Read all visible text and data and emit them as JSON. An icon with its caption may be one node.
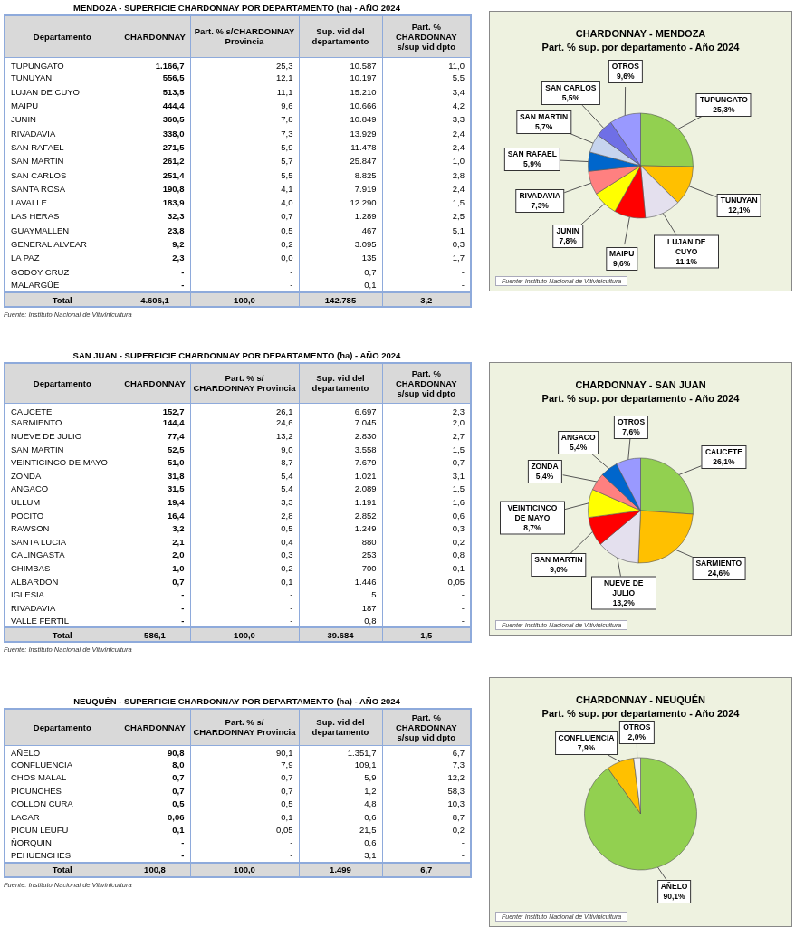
{
  "diagram": {
    "labels": [
      "MENDOZA - SUPERFICIE CHARDONNAY POR DEPARTAMENTO (ha) - AÑO 2024",
      "Departamento",
      "CHARDONNAY",
      "Part. % s/CHARDONNAY Provincia",
      "Sup. vid del departamento",
      "Part. % CHARDONNAY s/sup vid dpto",
      "TUPUNGATO",
      "1.166,7",
      "25,3",
      "10.587",
      "11,0",
      "TUNUYAN",
      "556,5",
      "12,1",
      "10.197",
      "5,5",
      "LUJAN DE CUYO",
      "513,5",
      "11,1",
      "15.210",
      "3,4",
      "MAIPU",
      "444,4",
      "9,6",
      "10.666",
      "4,2",
      "JUNIN",
      "360,5",
      "7,8",
      "10.849",
      "3,3",
      "RIVADAVIA",
      "338,0",
      "7,3",
      "13.929",
      "2,4",
      "SAN RAFAEL",
      "271,5",
      "5,9",
      "11.478",
      "2,4",
      "SAN MARTIN",
      "261,2",
      "5,7",
      "25.847",
      "1,0",
      "SAN CARLOS",
      "251,4",
      "5,5",
      "8.825",
      "2,8",
      "SANTA ROSA",
      "190,8",
      "4,1",
      "7.919",
      "2,4",
      "LAVALLE",
      "183,9",
      "4,0",
      "12.290",
      "1,5",
      "LAS HERAS",
      "32,3",
      "0,7",
      "1.289",
      "2,5",
      "GUAYMALLEN",
      "23,8",
      "0,5",
      "467",
      "5,1",
      "GENERAL ALVEAR",
      "9,2",
      "0,2",
      "3.095",
      "0,3",
      "LA PAZ",
      "2,3",
      "0,0",
      "135",
      "1,7",
      "GODOY CRUZ",
      "-",
      "-",
      "0,7",
      "-",
      "MALARGÜE",
      "-",
      "-",
      "0,1",
      "-",
      "Total",
      "4.606,1",
      "100,0",
      "142.785",
      "3,2",
      "Fuente: Instituto Nacional de Vitivinicultura",
      "SAN JUAN - SUPERFICIE CHARDONNAY POR DEPARTAMENTO (ha) - AÑO 2024",
      "Departamento",
      "CHARDONNAY",
      "Part. % s/ CHARDONNAY Provincia",
      "Sup. vid del departamento",
      "Part. % CHARDONNAY s/sup vid dpto",
      "CAUCETE",
      "152,7",
      "26,1",
      "6.697",
      "2,3",
      "SARMIENTO",
      "144,4",
      "24,6",
      "7.045",
      "2,0",
      "NUEVE DE JULIO",
      "77,4",
      "13,2",
      "2.830",
      "2,7",
      "SAN MARTIN",
      "52,5",
      "9,0",
      "3.558",
      "1,5",
      "VEINTICINCO DE MAYO",
      "51,0",
      "8,7",
      "7.679",
      "0,7",
      "ZONDA",
      "31,8",
      "5,4",
      "1.021",
      "3,1",
      "ANGACO",
      "31,5",
      "5,4",
      "2.089",
      "1,5",
      "ULLUM",
      "19,4",
      "3,3",
      "1.191",
      "1,6",
      "POCITO",
      "16,4",
      "2,8",
      "2.852",
      "0,6",
      "RAWSON",
      "3,2",
      "0,5",
      "1.249",
      "0,3",
      "SANTA LUCIA",
      "2,1",
      "0,4",
      "880",
      "0,2",
      "CALINGASTA",
      "2,0",
      "0,3",
      "253",
      "0,8",
      "CHIMBAS",
      "1,0",
      "0,2",
      "700",
      "0,1",
      "ALBARDON",
      "0,7",
      "0,1",
      "1.446",
      "0,05",
      "IGLESIA",
      "-",
      "-",
      "5",
      "-",
      "RIVADAVIA",
      "-",
      "-",
      "187",
      "-",
      "VALLE FERTIL",
      "-",
      "-",
      "0,8",
      "-",
      "Total",
      "586,1",
      "100,0",
      "39.684",
      "1,5",
      "Fuente: Instituto Nacional de Vitivinicultura",
      "NEUQUÉN - SUPERFICIE CHARDONNAY POR DEPARTAMENTO (ha) - AÑO 2024",
      "Departamento",
      "CHARDONNAY",
      "Part. % s/ CHARDONNAY Provincia",
      "Sup. vid del departamento",
      "Part. % CHARDONNAY s/sup vid dpto",
      "AÑELO",
      "90,8",
      "90,1",
      "1.351,7",
      "6,7",
      "CONFLUENCIA",
      "8,0",
      "7,9",
      "109,1",
      "7,3",
      "CHOS MALAL",
      "0,7",
      "0,7",
      "5,9",
      "12,2",
      "PICUNCHES",
      "0,7",
      "0,7",
      "1,2",
      "58,3",
      "COLLON CURA",
      "0,5",
      "0,5",
      "4,8",
      "10,3",
      "LACAR",
      "0,06",
      "0,1",
      "0,6",
      "8,7",
      "PICUN LEUFU",
      "0,1",
      "0,05",
      "21,5",
      "0,2",
      "ÑORQUIN",
      "-",
      "-",
      "0,6",
      "-",
      "PEHUENCHES",
      "-",
      "-",
      "3,1",
      "-",
      "Total",
      "100,8",
      "100,0",
      "1.499",
      "6,7",
      "Fuente: Instituto Nacional de Vitivinicultura"
    ],
    "chart_data": [
      {
        "type": "pie",
        "title": "CHARDONNAY - MENDOZA",
        "categories": [
          "TUPUNGATO",
          "TUNUYAN",
          "LUJAN DE CUYO",
          "MAIPU",
          "JUNIN",
          "RIVADAVIA",
          "SAN RAFAEL",
          "SAN MARTIN",
          "SAN CARLOS",
          "OTROS"
        ],
        "values": [
          25.3,
          12.1,
          11.1,
          9.6,
          7.8,
          7.3,
          5.9,
          5.7,
          5.5,
          9.6
        ],
        "value_labels": [
          "25,3%",
          "12,1%",
          "11,1%",
          "9,6%",
          "7,8%",
          "7,3%",
          "5,9%",
          "5,7%",
          "5,5%",
          "9,6%"
        ],
        "annotations": [
          "Part. % sup. por departamento - Año 2024",
          "Fuente: Instituto Nacional de Vitivinicultura"
        ]
      },
      {
        "type": "pie",
        "title": "CHARDONNAY - SAN JUAN",
        "categories": [
          "CAUCETE",
          "SARMIENTO",
          "NUEVE DE JULIO",
          "SAN MARTIN",
          "VEINTICINCO DE MAYO",
          "ZONDA",
          "ANGACO",
          "OTROS"
        ],
        "values": [
          26.1,
          24.6,
          13.2,
          9.0,
          8.7,
          5.4,
          5.4,
          7.6
        ],
        "value_labels": [
          "26,1%",
          "24,6%",
          "13,2%",
          "9,0%",
          "8,7%",
          "5,4%",
          "5,4%",
          "7,6%"
        ],
        "annotations": [
          "Part. % sup. por departamento - Año 2024",
          "Fuente: Instituto Nacional de Vitivinicultura"
        ]
      },
      {
        "type": "pie",
        "title": "CHARDONNAY - NEUQUÉN",
        "categories": [
          "AÑELO",
          "CONFLUENCIA",
          "OTROS"
        ],
        "values": [
          90.1,
          7.9,
          2.0
        ],
        "value_labels": [
          "90,1%",
          "7,9%",
          "2,0%"
        ],
        "annotations": [
          "Part. % sup. por departamento - Año 2024",
          "Fuente: Instituto Nacional de Vitivinicultura"
        ]
      }
    ]
  }
}
